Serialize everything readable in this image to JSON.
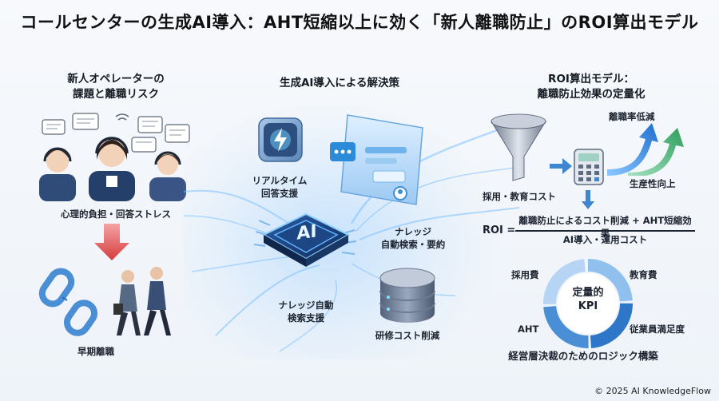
{
  "title": "コールセンターの生成AI導入：AHT短縮以上に効く「新人離職防止」のROI算出モデル",
  "left": {
    "heading_line1": "新人オペレーターの",
    "heading_line2": "課題と離職リスク",
    "stress_label": "心理的負担・回答ストレス",
    "turnover_label": "早期離職"
  },
  "middle": {
    "heading": "生成AI導入による解決策",
    "chip_label": "AI",
    "realtime_label_line1": "リアルタイム",
    "realtime_label_line2": "回答支援",
    "knowledge_label_line1": "ナレッジ",
    "knowledge_label_line2": "自動検索・要約",
    "knowledge_auto_line1": "ナレッジ自動",
    "knowledge_auto_line2": "検索支援",
    "training_label": "研修コスト削減"
  },
  "right": {
    "heading_line1": "ROI算出モデル：",
    "heading_line2": "離職防止効果の定量化",
    "hiring_cost_label": "採用・教育コスト",
    "turnover_decrease_label": "離職率低減",
    "productivity_label": "生産性向上",
    "roi_label": "ROI =",
    "roi_numerator": "離職防止によるコスト削減 + AHT短縮効果",
    "roi_denominator": "AI導入・運用コスト",
    "kpi_center_line1": "定量的",
    "kpi_center_line2": "KPI",
    "kpi_items": [
      "採用費",
      "教育費",
      "AHT",
      "従業員満足度"
    ],
    "bottom_label": "経営層決裁のためのロジック構築"
  },
  "footer": "© 2025 AI KnowledgeFlow"
}
